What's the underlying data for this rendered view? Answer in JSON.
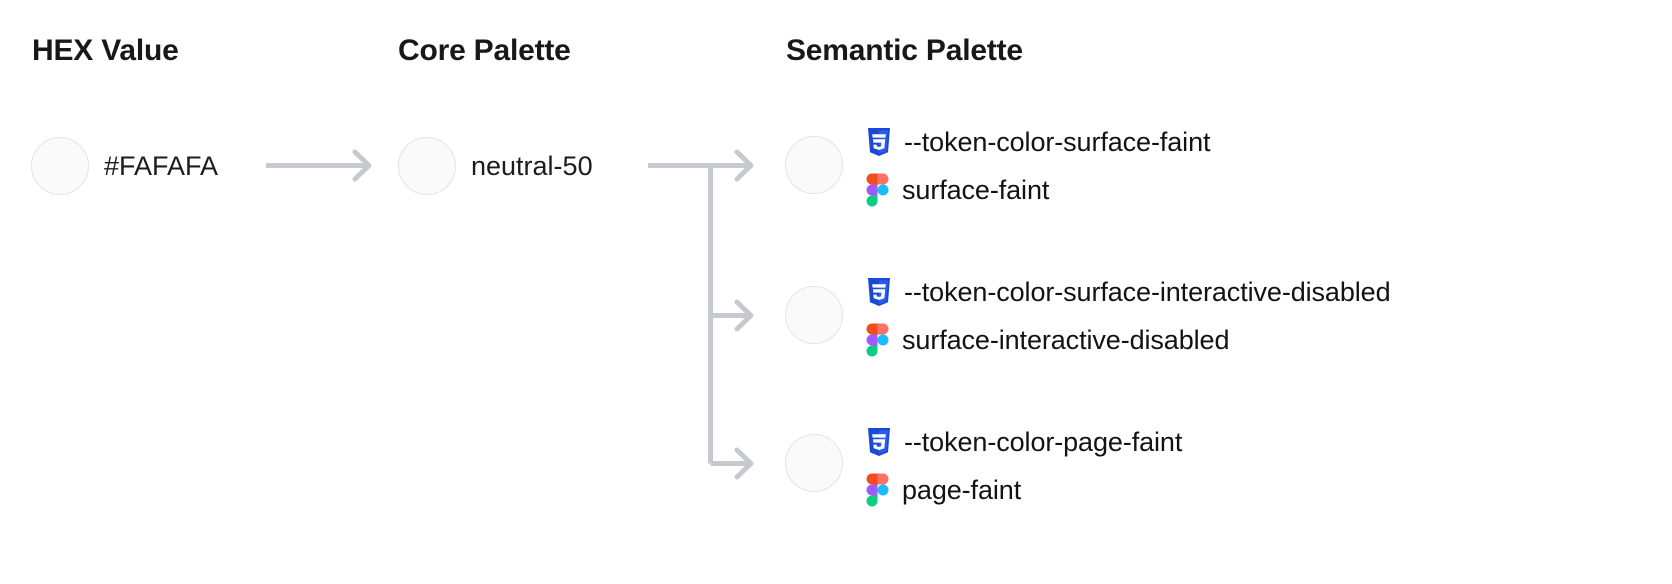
{
  "diagram": {
    "title": "Design token mapping: HEX value to core palette to semantic palette",
    "columns": [
      {
        "id": "hex",
        "heading": "HEX Value"
      },
      {
        "id": "core",
        "heading": "Core Palette"
      },
      {
        "id": "semantic",
        "heading": "Semantic Palette"
      }
    ],
    "colors": {
      "swatch_fill": "#FAFAFA",
      "swatch_border": "#E4E4E7",
      "connector": "#C7C9D1",
      "text": "#18181B",
      "css_icon_blue": "#1A49D6",
      "css_icon_blue_light": "#2B5BEF",
      "figma_orange": "#F24E1E",
      "figma_red": "#FF7262",
      "figma_purple": "#A259FF",
      "figma_blue": "#1ABCFE",
      "figma_green": "#0ACF83"
    },
    "hex": {
      "swatch_color": "#FAFAFA",
      "value": "#FAFAFA"
    },
    "core": {
      "swatch_color": "#FAFAFA",
      "value": "neutral-50"
    },
    "semantic": {
      "rows": [
        {
          "swatch_color": "#FAFAFA",
          "css_icon": "css3-icon",
          "css_token": "--token-color-surface-faint",
          "figma_icon": "figma-icon",
          "figma_token": "surface-faint"
        },
        {
          "swatch_color": "#FAFAFA",
          "css_icon": "css3-icon",
          "css_token": "--token-color-surface-interactive-disabled",
          "figma_icon": "figma-icon",
          "figma_token": "surface-interactive-disabled"
        },
        {
          "swatch_color": "#FAFAFA",
          "css_icon": "css3-icon",
          "css_token": "--token-color-page-faint",
          "figma_icon": "figma-icon",
          "figma_token": "page-faint"
        }
      ]
    },
    "connectors": [
      {
        "id": "hex-to-core",
        "type": "arrow",
        "from": "hex",
        "to": "core"
      },
      {
        "id": "core-to-semantic",
        "type": "branching-arrow",
        "from": "core",
        "to": "semantic",
        "branch_count": 3
      }
    ]
  }
}
